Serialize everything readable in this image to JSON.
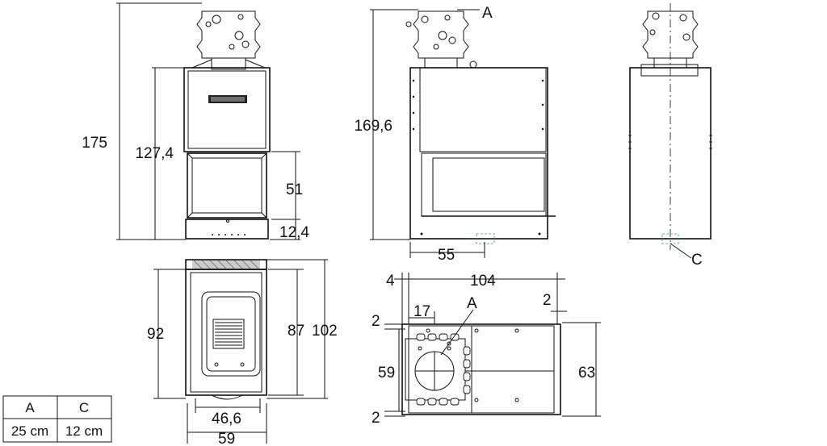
{
  "front_view": {
    "dim_total_height": "175",
    "dim_body_height": "127,4",
    "dim_opening_height": "51",
    "dim_base_height": "12,4"
  },
  "side_view": {
    "dim_height": "169,6",
    "dim_depth": "55",
    "label_a": "A"
  },
  "rear_view": {
    "label_c": "C"
  },
  "plan_view": {
    "dim_inner_depth": "92",
    "dim_depth_87": "87",
    "dim_outer_depth": "102",
    "dim_opening_width": "46,6",
    "dim_width": "59"
  },
  "top_view": {
    "dim_4": "4",
    "dim_length": "104",
    "dim_17": "17",
    "label_a": "A",
    "dim_2_right": "2",
    "dim_2_top": "2",
    "dim_59": "59",
    "dim_63": "63",
    "dim_2_bottom": "2"
  },
  "legend_table": {
    "headers": [
      "A",
      "C"
    ],
    "values": [
      "25 cm",
      "12 cm"
    ]
  }
}
